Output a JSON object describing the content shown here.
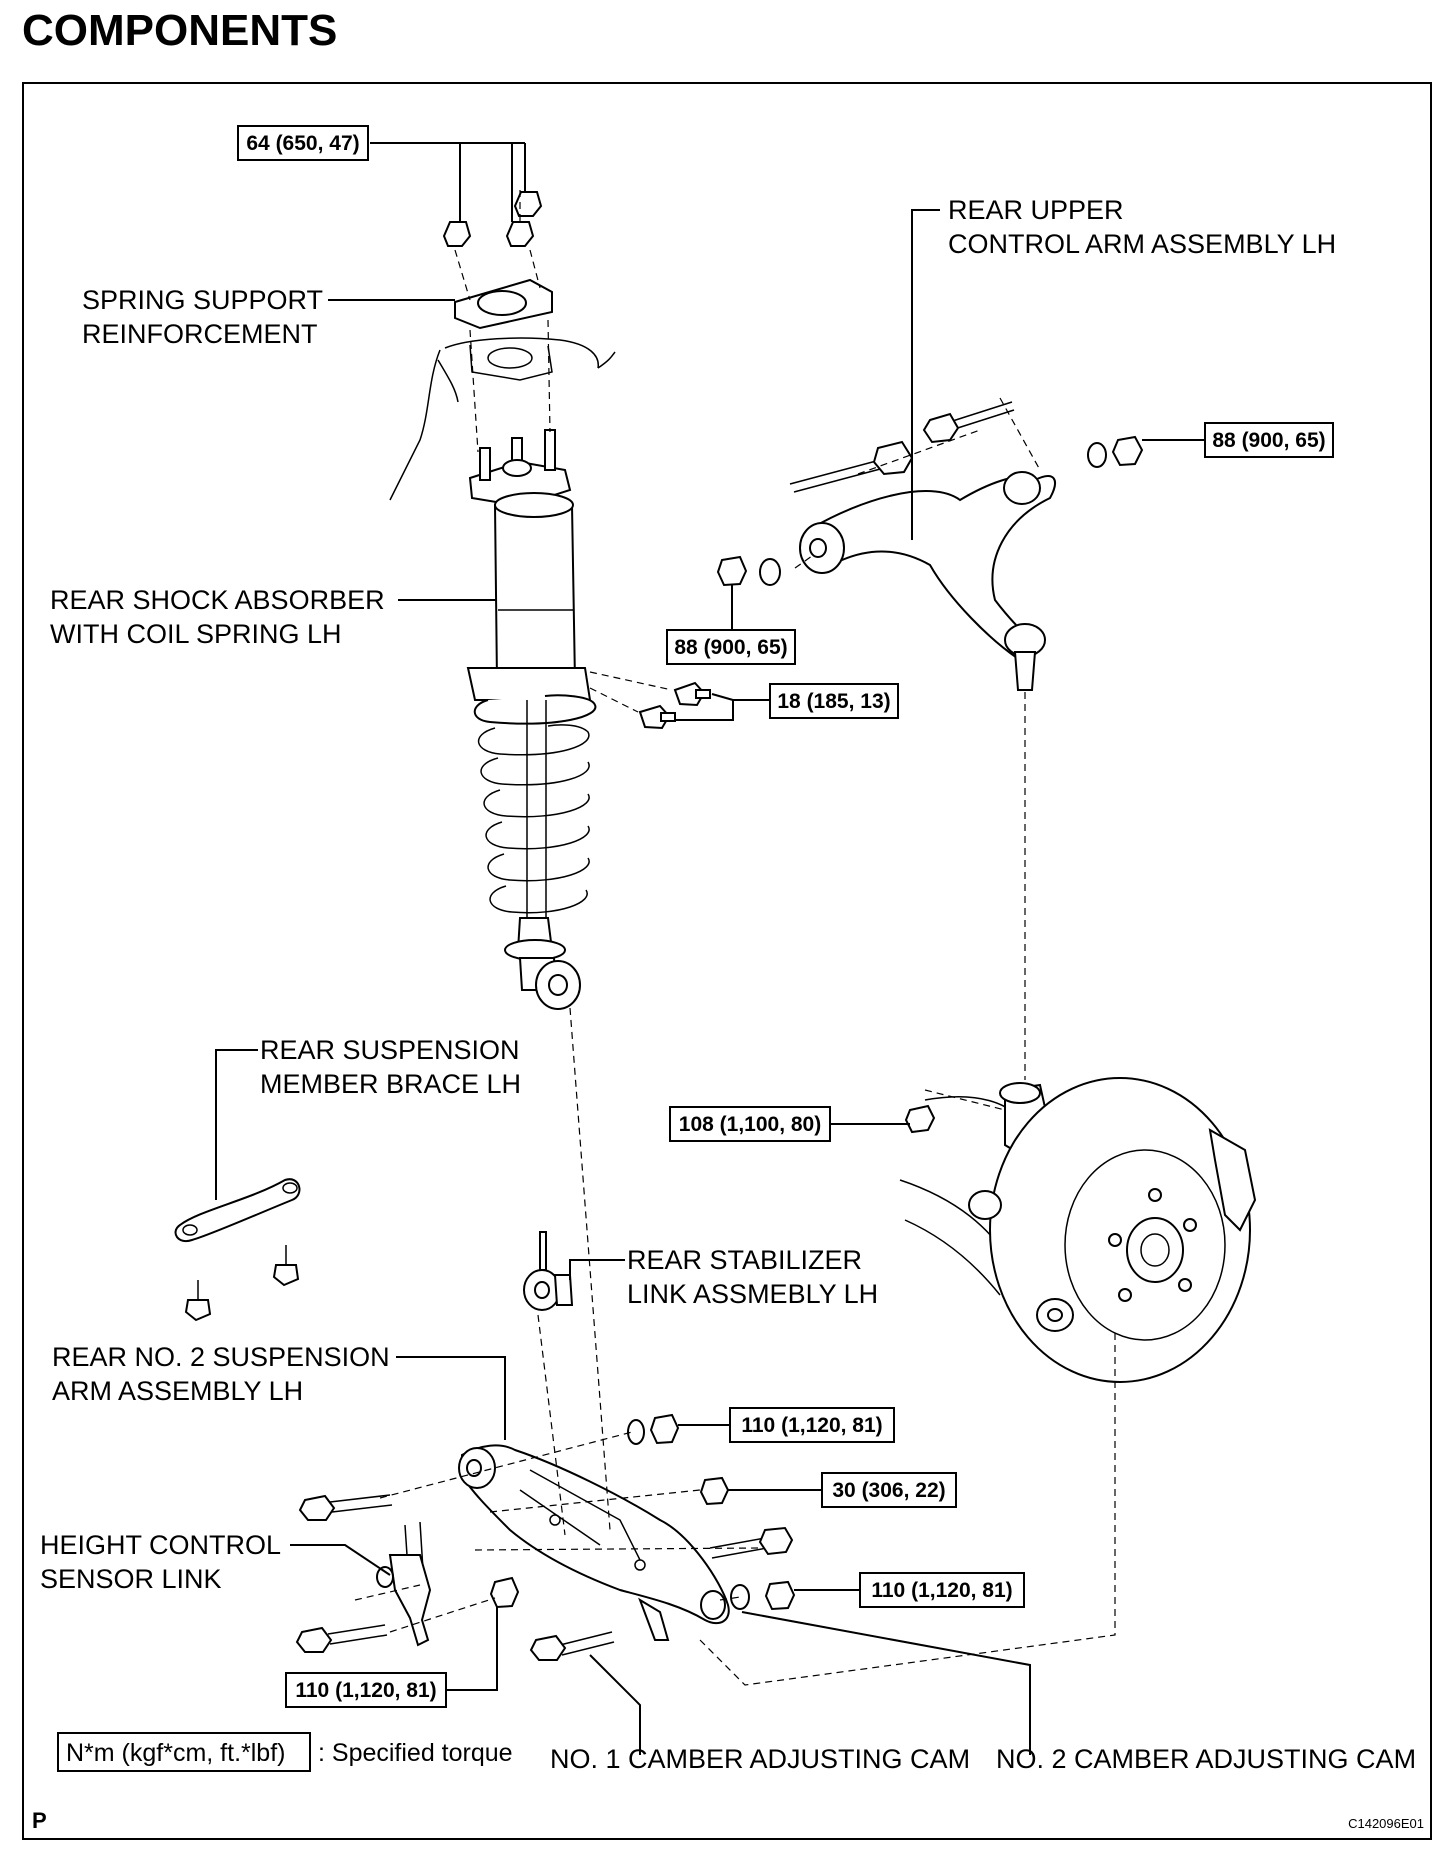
{
  "title": "COMPONENTS",
  "labels": {
    "spring_support": [
      "SPRING SUPPORT",
      "REINFORCEMENT"
    ],
    "shock_absorber": [
      "REAR SHOCK ABSORBER",
      "WITH COIL SPRING LH"
    ],
    "upper_arm": [
      "REAR UPPER",
      "CONTROL ARM ASSEMBLY LH"
    ],
    "member_brace": [
      "REAR SUSPENSION",
      "MEMBER BRACE LH"
    ],
    "stabilizer_link": [
      "REAR STABILIZER",
      "LINK ASSMEBLY LH"
    ],
    "no2_arm": [
      "REAR NO. 2 SUSPENSION",
      "ARM ASSEMBLY LH"
    ],
    "height_sensor": [
      "HEIGHT CONTROL",
      "SENSOR LINK"
    ],
    "cam1": "NO. 1 CAMBER ADJUSTING CAM",
    "cam2": "NO. 2 CAMBER ADJUSTING CAM"
  },
  "torques": {
    "spring_nuts": "64 (650, 47)",
    "upper_arm_nut_right": "88 (900, 65)",
    "upper_arm_nut_left": "88 (900, 65)",
    "shock_bolts": "18 (185, 13)",
    "ball_joint_nut": "108 (1,100, 80)",
    "arm_front_nut": "110 (1,120, 81)",
    "arm_middle_nut": "30 (306, 22)",
    "arm_rear_nut": "110 (1,120, 81)",
    "arm_bottom_nut": "110 (1,120, 81)"
  },
  "legend": {
    "unit_box": "N*m (kgf*cm, ft.*lbf)",
    "meaning": ": Specified torque"
  },
  "footer": {
    "left_mark": "P",
    "code": "C142096E01"
  }
}
